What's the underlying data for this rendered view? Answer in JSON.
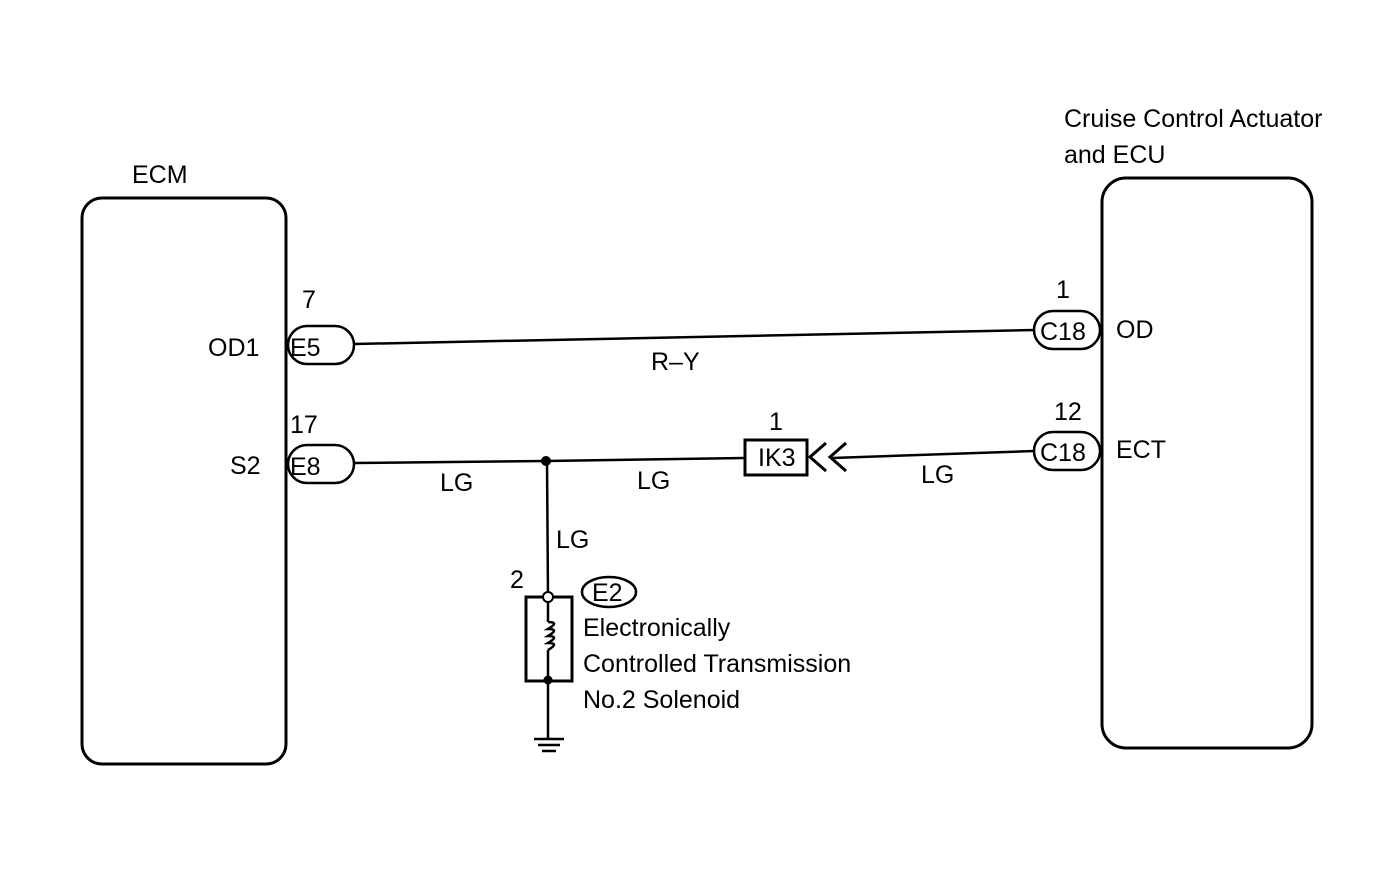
{
  "components": {
    "ecm": {
      "label": "ECM"
    },
    "cruise": {
      "label_line1": "Cruise Control Actuator",
      "label_line2": "and ECU"
    },
    "solenoid": {
      "label_line1": "Electronically",
      "label_line2": "Controlled Transmission",
      "label_line3": "No.2 Solenoid"
    }
  },
  "ecm_pins": [
    {
      "terminal": "OD1",
      "pin": "7",
      "connector": "E5"
    },
    {
      "terminal": "S2",
      "pin": "17",
      "connector": "E8"
    }
  ],
  "cruise_pins": [
    {
      "terminal": "OD",
      "pin": "1",
      "connector": "C18"
    },
    {
      "terminal": "ECT",
      "pin": "12",
      "connector": "C18"
    }
  ],
  "junction": {
    "pin": "1",
    "connector": "IK3"
  },
  "solenoid_conn": {
    "pin": "2",
    "connector": "E2"
  },
  "wires": {
    "od": "R–Y",
    "s2_left": "LG",
    "s2_middle": "LG",
    "s2_right": "LG",
    "solenoid_branch": "LG"
  }
}
